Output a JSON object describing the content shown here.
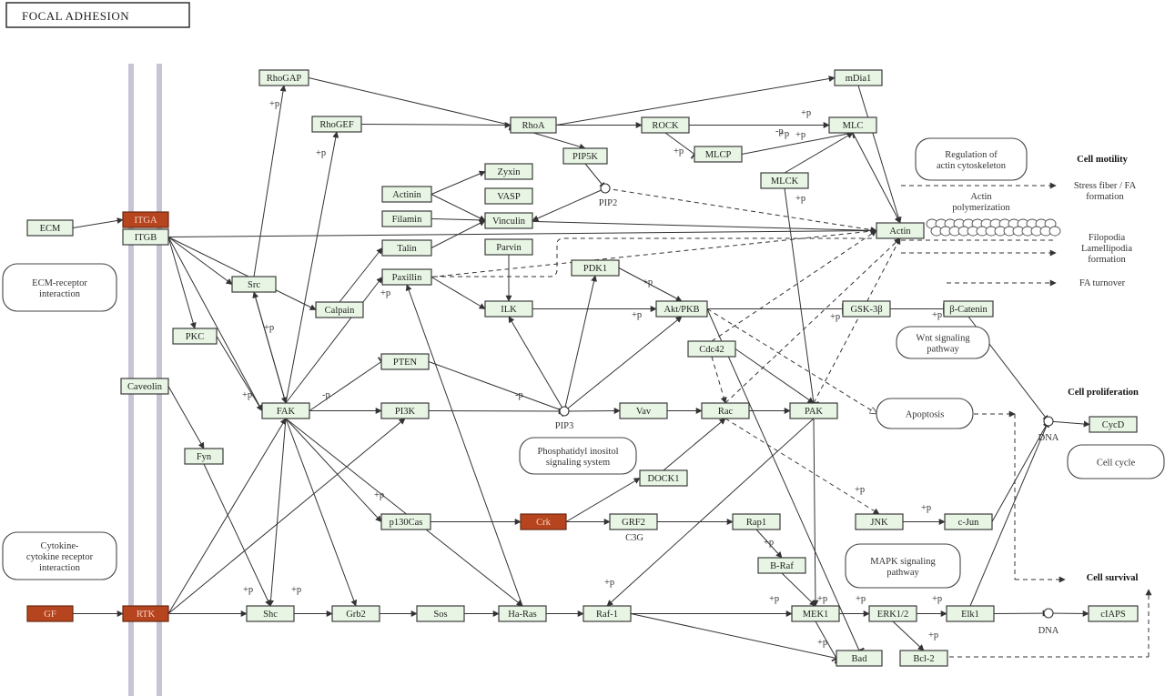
{
  "title": "FOCAL ADHESION",
  "genes": [
    {
      "id": "ECM",
      "label": "ECM"
    },
    {
      "id": "ITGA",
      "label": "ITGA",
      "highlight": true
    },
    {
      "id": "ITGB",
      "label": "ITGB"
    },
    {
      "id": "GF",
      "label": "GF",
      "highlight": true
    },
    {
      "id": "RTK",
      "label": "RTK",
      "highlight": true
    },
    {
      "id": "Caveolin",
      "label": "Caveolin"
    },
    {
      "id": "PKC",
      "label": "PKC"
    },
    {
      "id": "Fyn",
      "label": "Fyn"
    },
    {
      "id": "Src",
      "label": "Src"
    },
    {
      "id": "RhoGAP",
      "label": "RhoGAP"
    },
    {
      "id": "RhoGEF",
      "label": "RhoGEF"
    },
    {
      "id": "Calpain",
      "label": "Calpain"
    },
    {
      "id": "FAK1",
      "label": "FAK"
    },
    {
      "id": "Actinin",
      "label": "Actinin"
    },
    {
      "id": "Filamin",
      "label": "Filamin"
    },
    {
      "id": "Talin",
      "label": "Talin"
    },
    {
      "id": "Paxillin",
      "label": "Paxillin"
    },
    {
      "id": "Zyxin",
      "label": "Zyxin"
    },
    {
      "id": "VASP",
      "label": "VASP"
    },
    {
      "id": "Vinculin",
      "label": "Vinculin"
    },
    {
      "id": "Parvin",
      "label": "Parvin"
    },
    {
      "id": "RhoA",
      "label": "RhoA"
    },
    {
      "id": "PIP5K",
      "label": "PIP5K"
    },
    {
      "id": "ROCK",
      "label": "ROCK"
    },
    {
      "id": "MLCP",
      "label": "MLCP"
    },
    {
      "id": "MLC",
      "label": "MLC"
    },
    {
      "id": "mDia1",
      "label": "mDia1"
    },
    {
      "id": "MLCK",
      "label": "MLCK"
    },
    {
      "id": "Actin",
      "label": "Actin"
    },
    {
      "id": "ILK",
      "label": "ILK"
    },
    {
      "id": "PDK1",
      "label": "PDK1"
    },
    {
      "id": "AktPKB",
      "label": "Akt/PKB"
    },
    {
      "id": "GSK3B",
      "label": "GSK-3β"
    },
    {
      "id": "BCatenin",
      "label": "β-Catenin"
    },
    {
      "id": "PTEN",
      "label": "PTEN"
    },
    {
      "id": "PI3K",
      "label": "PI3K"
    },
    {
      "id": "Vav",
      "label": "Vav"
    },
    {
      "id": "Cdc42",
      "label": "Cdc42"
    },
    {
      "id": "Rac",
      "label": "Rac"
    },
    {
      "id": "FAK2",
      "label": "PAK"
    },
    {
      "id": "DOCK1",
      "label": "DOCK1"
    },
    {
      "id": "p130Cas",
      "label": "p130Cas"
    },
    {
      "id": "Crk",
      "label": "Crk",
      "highlight": true
    },
    {
      "id": "GRF2",
      "label": "GRF2"
    },
    {
      "id": "Rap1",
      "label": "Rap1"
    },
    {
      "id": "BRaf",
      "label": "B-Raf"
    },
    {
      "id": "JNK",
      "label": "JNK"
    },
    {
      "id": "cJun",
      "label": "c-Jun"
    },
    {
      "id": "CycD",
      "label": "CycD"
    },
    {
      "id": "Shc",
      "label": "Shc"
    },
    {
      "id": "Grb2",
      "label": "Grb2"
    },
    {
      "id": "Sos",
      "label": "Sos"
    },
    {
      "id": "HaRas",
      "label": "Ha-Ras"
    },
    {
      "id": "Raf1",
      "label": "Raf-1"
    },
    {
      "id": "MEK1",
      "label": "MEK1"
    },
    {
      "id": "ERK12",
      "label": "ERK1/2"
    },
    {
      "id": "Elk1",
      "label": "Elk1"
    },
    {
      "id": "cIAPS",
      "label": "cIAPS"
    },
    {
      "id": "Bad",
      "label": "Bad"
    },
    {
      "id": "Bcl2",
      "label": "Bcl-2"
    }
  ],
  "pathways": [
    {
      "id": "ecm_receptor",
      "lines": [
        "ECM-receptor",
        "interaction"
      ]
    },
    {
      "id": "cytokine",
      "lines": [
        "Cytokine-",
        "cytokine receptor",
        "interaction"
      ]
    },
    {
      "id": "actin_reg",
      "lines": [
        "Regulation of",
        "actin cytoskeleton"
      ]
    },
    {
      "id": "wnt",
      "lines": [
        "Wnt signaling",
        "pathway"
      ]
    },
    {
      "id": "pi_system",
      "lines": [
        "Phosphatidyl inositol",
        "signaling system"
      ]
    },
    {
      "id": "apoptosis",
      "lines": [
        "Apoptosis"
      ]
    },
    {
      "id": "cell_cycle",
      "lines": [
        "Cell cycle"
      ]
    },
    {
      "id": "mapk",
      "lines": [
        "MAPK signaling",
        "pathway"
      ]
    }
  ],
  "compounds": [
    {
      "id": "PIP2",
      "label": "PIP2"
    },
    {
      "id": "PIP3",
      "label": "PIP3"
    },
    {
      "id": "DNA1",
      "label": "DNA"
    },
    {
      "id": "DNA2",
      "label": "DNA"
    }
  ],
  "outcomes": [
    {
      "id": "cell_motility",
      "lines": [
        "Cell motility"
      ],
      "bold": true
    },
    {
      "id": "stress_fiber",
      "lines": [
        "Stress fiber / FA",
        "formation"
      ],
      "bold": false
    },
    {
      "id": "filopodia",
      "lines": [
        "Filopodia",
        "Lamellipodia",
        "formation"
      ],
      "bold": false
    },
    {
      "id": "fa_turnover",
      "lines": [
        "FA turnover"
      ],
      "bold": false
    },
    {
      "id": "cell_prolif",
      "lines": [
        "Cell proliferation"
      ],
      "bold": true
    },
    {
      "id": "cell_survival",
      "lines": [
        "Cell survival"
      ],
      "bold": true
    }
  ],
  "notes": [
    {
      "id": "actin_poly",
      "lines": [
        "Actin",
        "polymerization"
      ]
    },
    {
      "id": "c3g",
      "lines": [
        "C3G"
      ]
    }
  ],
  "mod_label": "+p",
  "mod_label_neg": "-p"
}
